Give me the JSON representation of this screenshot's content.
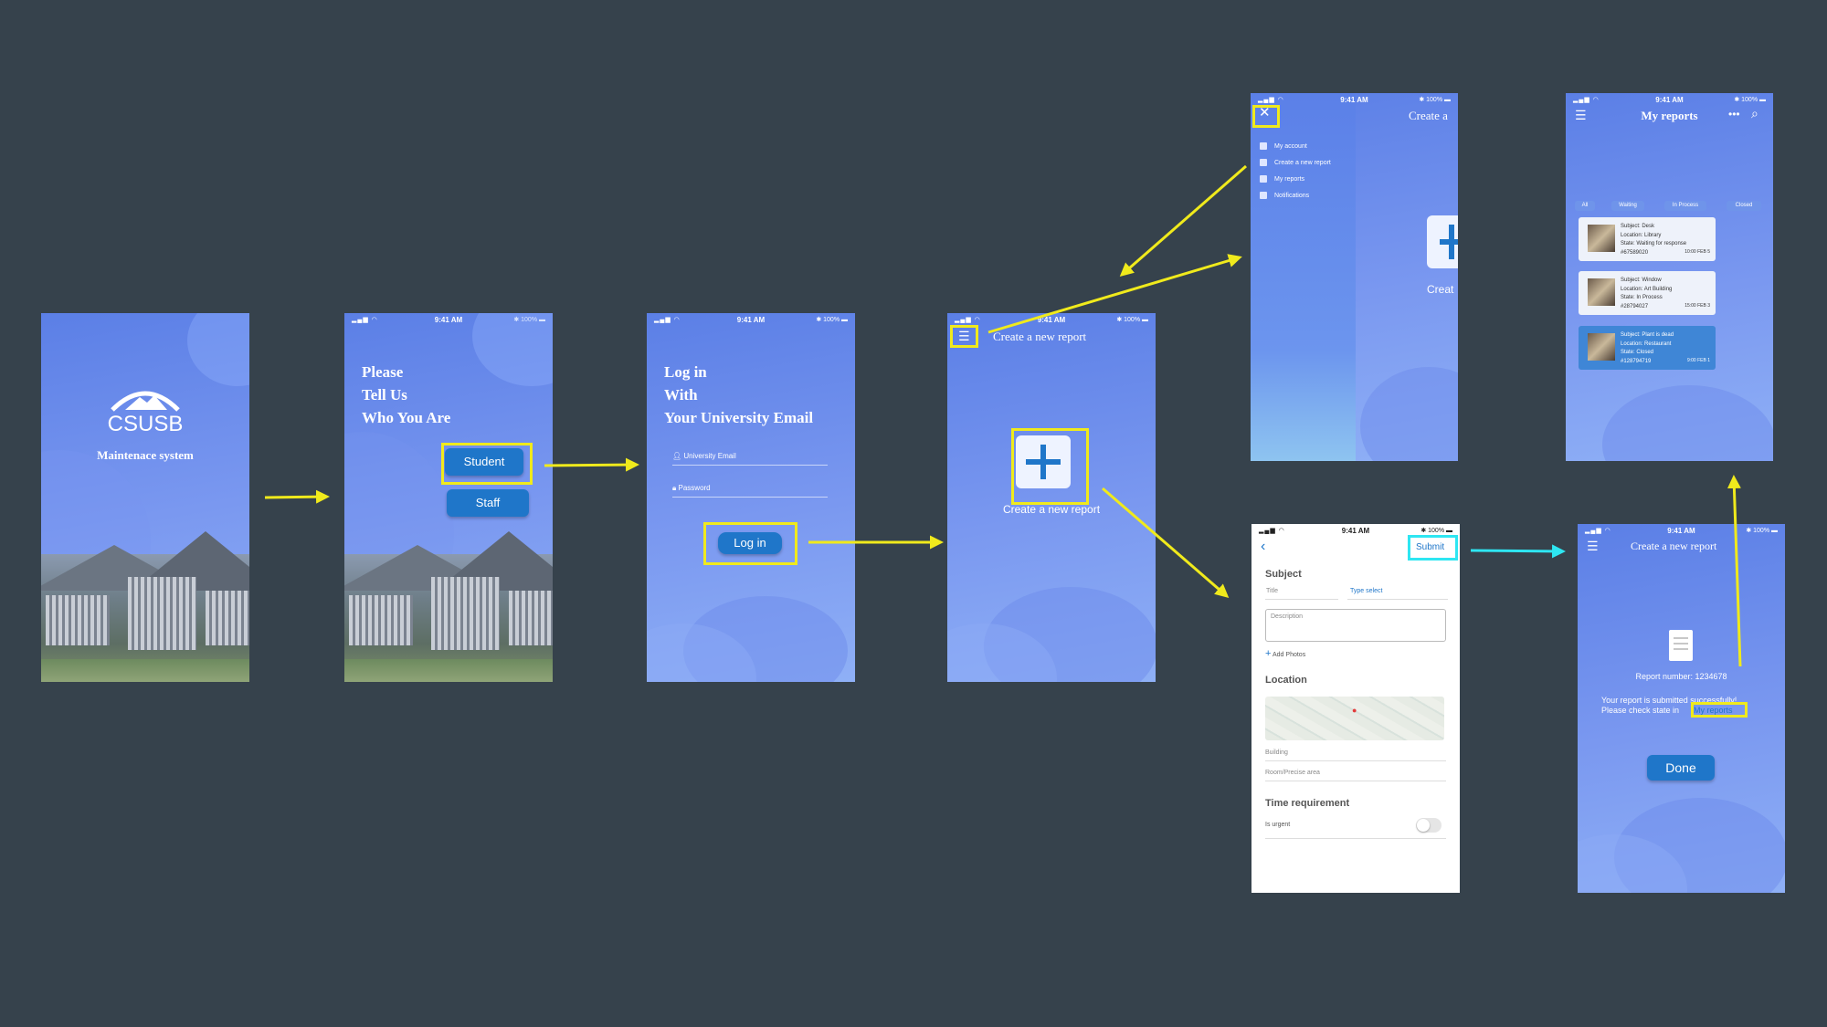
{
  "status": {
    "time": "9:41 AM",
    "battery": "100%"
  },
  "splash": {
    "logo_text": "CSUSB",
    "subtitle": "Maintenace system"
  },
  "role": {
    "heading": [
      "Please",
      "Tell Us",
      "Who You Are"
    ],
    "student_label": "Student",
    "staff_label": "Staff"
  },
  "login": {
    "heading": [
      "Log in",
      "With",
      "Your University Email"
    ],
    "email_placeholder": "University Email",
    "password_placeholder": "Password",
    "login_label": "Log in"
  },
  "create": {
    "title": "Create a new report",
    "plus_caption": "Create a new report"
  },
  "menu": {
    "title_partial": "Create a",
    "caption_partial": "Creat",
    "items": [
      "My account",
      "Create a new report",
      "My reports",
      "Notifications"
    ]
  },
  "reports": {
    "title": "My reports",
    "filters": [
      "All",
      "Waiting",
      "In Process",
      "Closed"
    ],
    "cards": [
      {
        "subject": "Subject: Desk",
        "location": "Location: Library",
        "state": "State: Waiting for response",
        "id": "#67589020",
        "date": "10:00 FEB 5"
      },
      {
        "subject": "Subject: Window",
        "location": "Location: Art Building",
        "state": "State: In Process",
        "id": "#28794027",
        "date": "15:00 FEB 3"
      },
      {
        "subject": "Subject: Plant is dead",
        "location": "Location: Restaurant",
        "state": "State: Closed",
        "id": "#128794719",
        "date": "9:00 FEB 1"
      }
    ]
  },
  "form": {
    "submit_label": "Submit",
    "subject_heading": "Subject",
    "title_placeholder": "Title",
    "type_select": "Type select",
    "description_placeholder": "Description",
    "add_photos": "Add Photos",
    "location_heading": "Location",
    "building_placeholder": "Building",
    "room_placeholder": "Room/Precise area",
    "time_heading": "Time requirement",
    "urgent_label": "Is urgent"
  },
  "success": {
    "title": "Create a new report",
    "report_number": "Report number: 1234678",
    "message_1": "Your report is submitted successfully!",
    "message_2": "Please check state in",
    "link": "My reports",
    "done_label": "Done"
  },
  "colors": {
    "background": "#36424c",
    "highlight": "#f0ea1c",
    "cyan": "#2ee6f2",
    "button": "#1f76c9"
  }
}
